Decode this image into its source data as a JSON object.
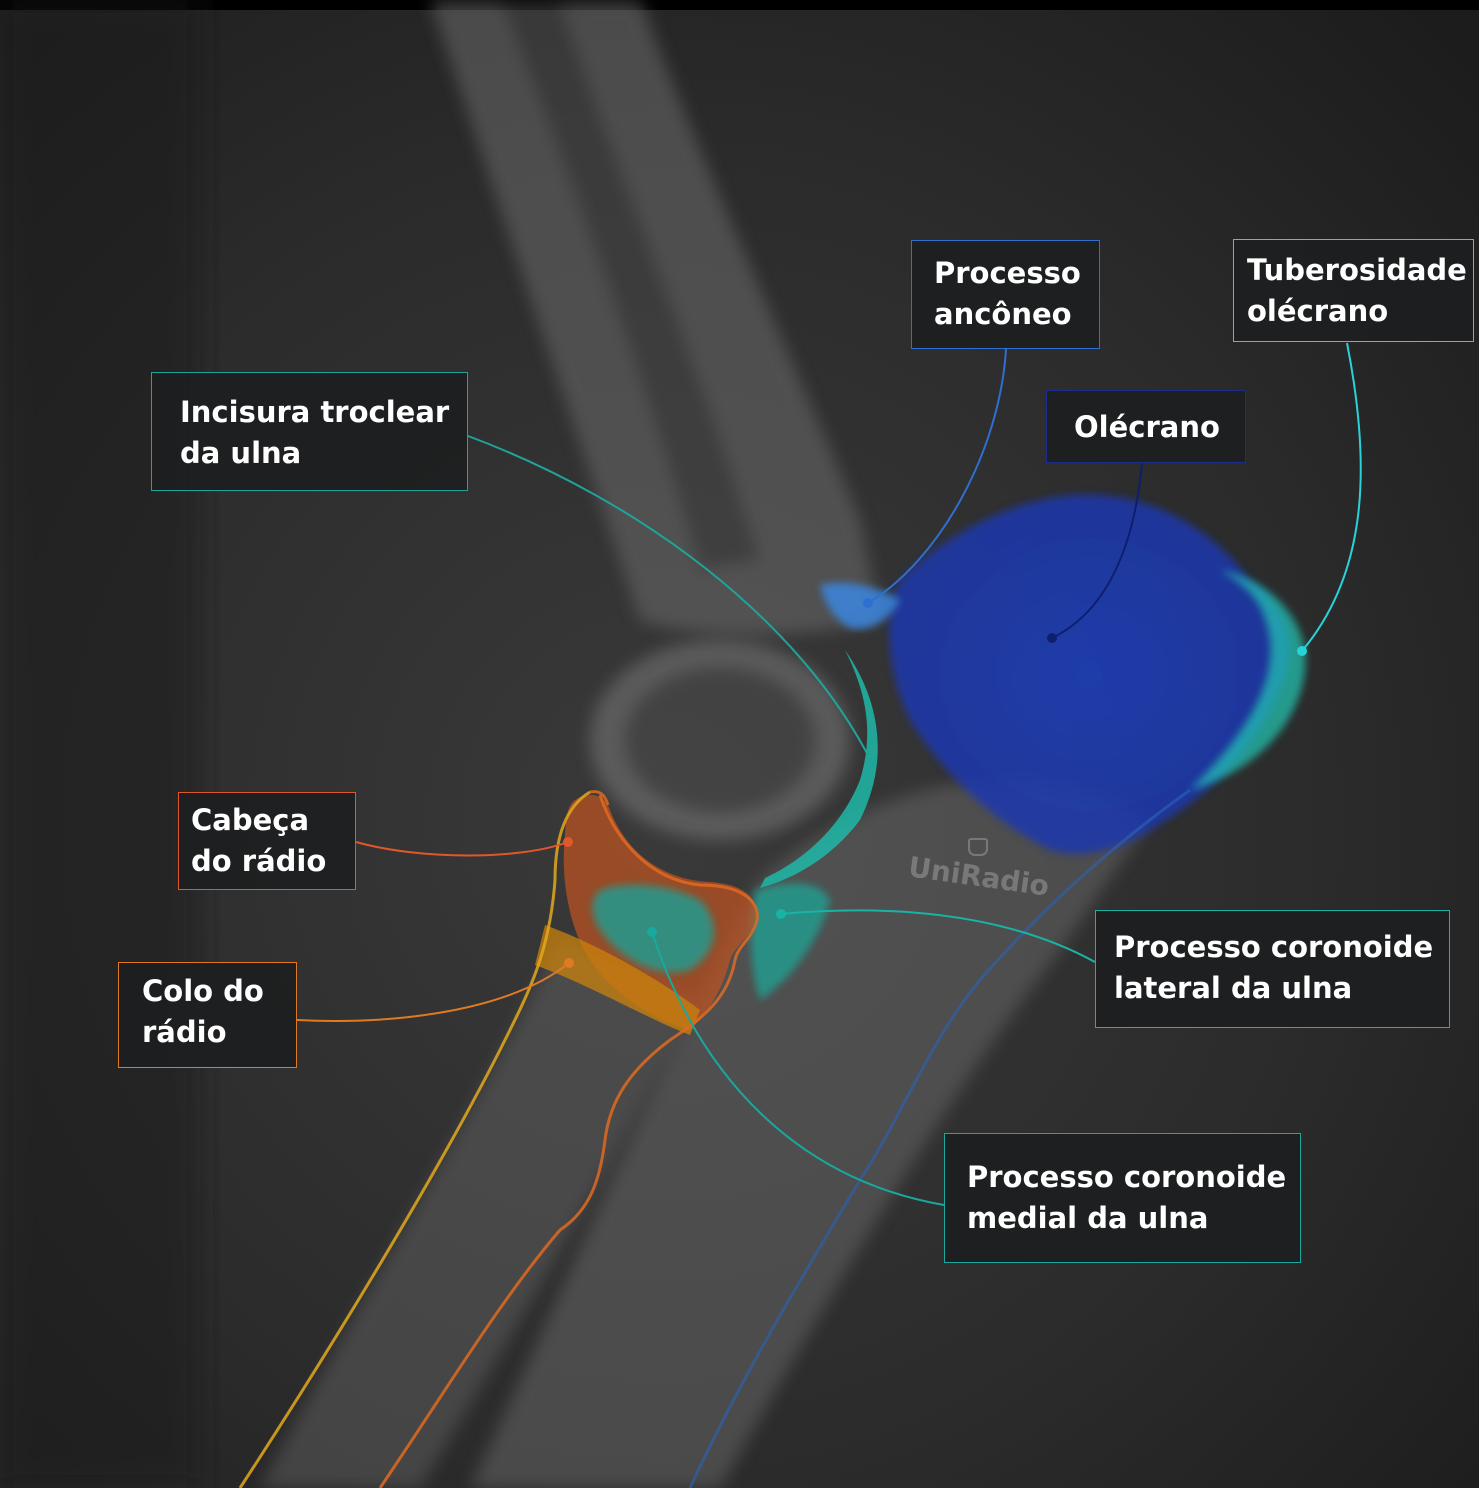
{
  "image": {
    "description_kind": "lateral elbow x-ray with anatomical annotations",
    "background_color": "#2a2a2a"
  },
  "watermark": {
    "text": "UniRadio",
    "icon": "uniradio-logo-icon"
  },
  "labels": {
    "processo_anconeo": {
      "line1": "Processo",
      "line2": "ancôneo",
      "color": "#2f6fd1"
    },
    "tuberosidade_olecrano": {
      "line1": "Tuberosidade",
      "line2": "olécrano",
      "color": "#27d3d8"
    },
    "olecrano": {
      "line1": "Olécrano",
      "color": "#1a2c8c"
    },
    "incisura_troclear": {
      "line1": "Incisura troclear",
      "line2": "da ulna",
      "color": "#1fa39a"
    },
    "cabeca_radio": {
      "line1": "Cabeça",
      "line2": "do rádio",
      "color": "#e0582a"
    },
    "colo_radio": {
      "line1": "Colo do",
      "line2": "rádio",
      "color": "#e07a22"
    },
    "coronoide_lateral": {
      "line1": "Processo coronoide",
      "line2": "lateral da ulna",
      "color": "#19b3a6"
    },
    "coronoide_medial": {
      "line1": "Processo coronoide",
      "line2": "medial da ulna",
      "color": "#19a89d"
    }
  }
}
